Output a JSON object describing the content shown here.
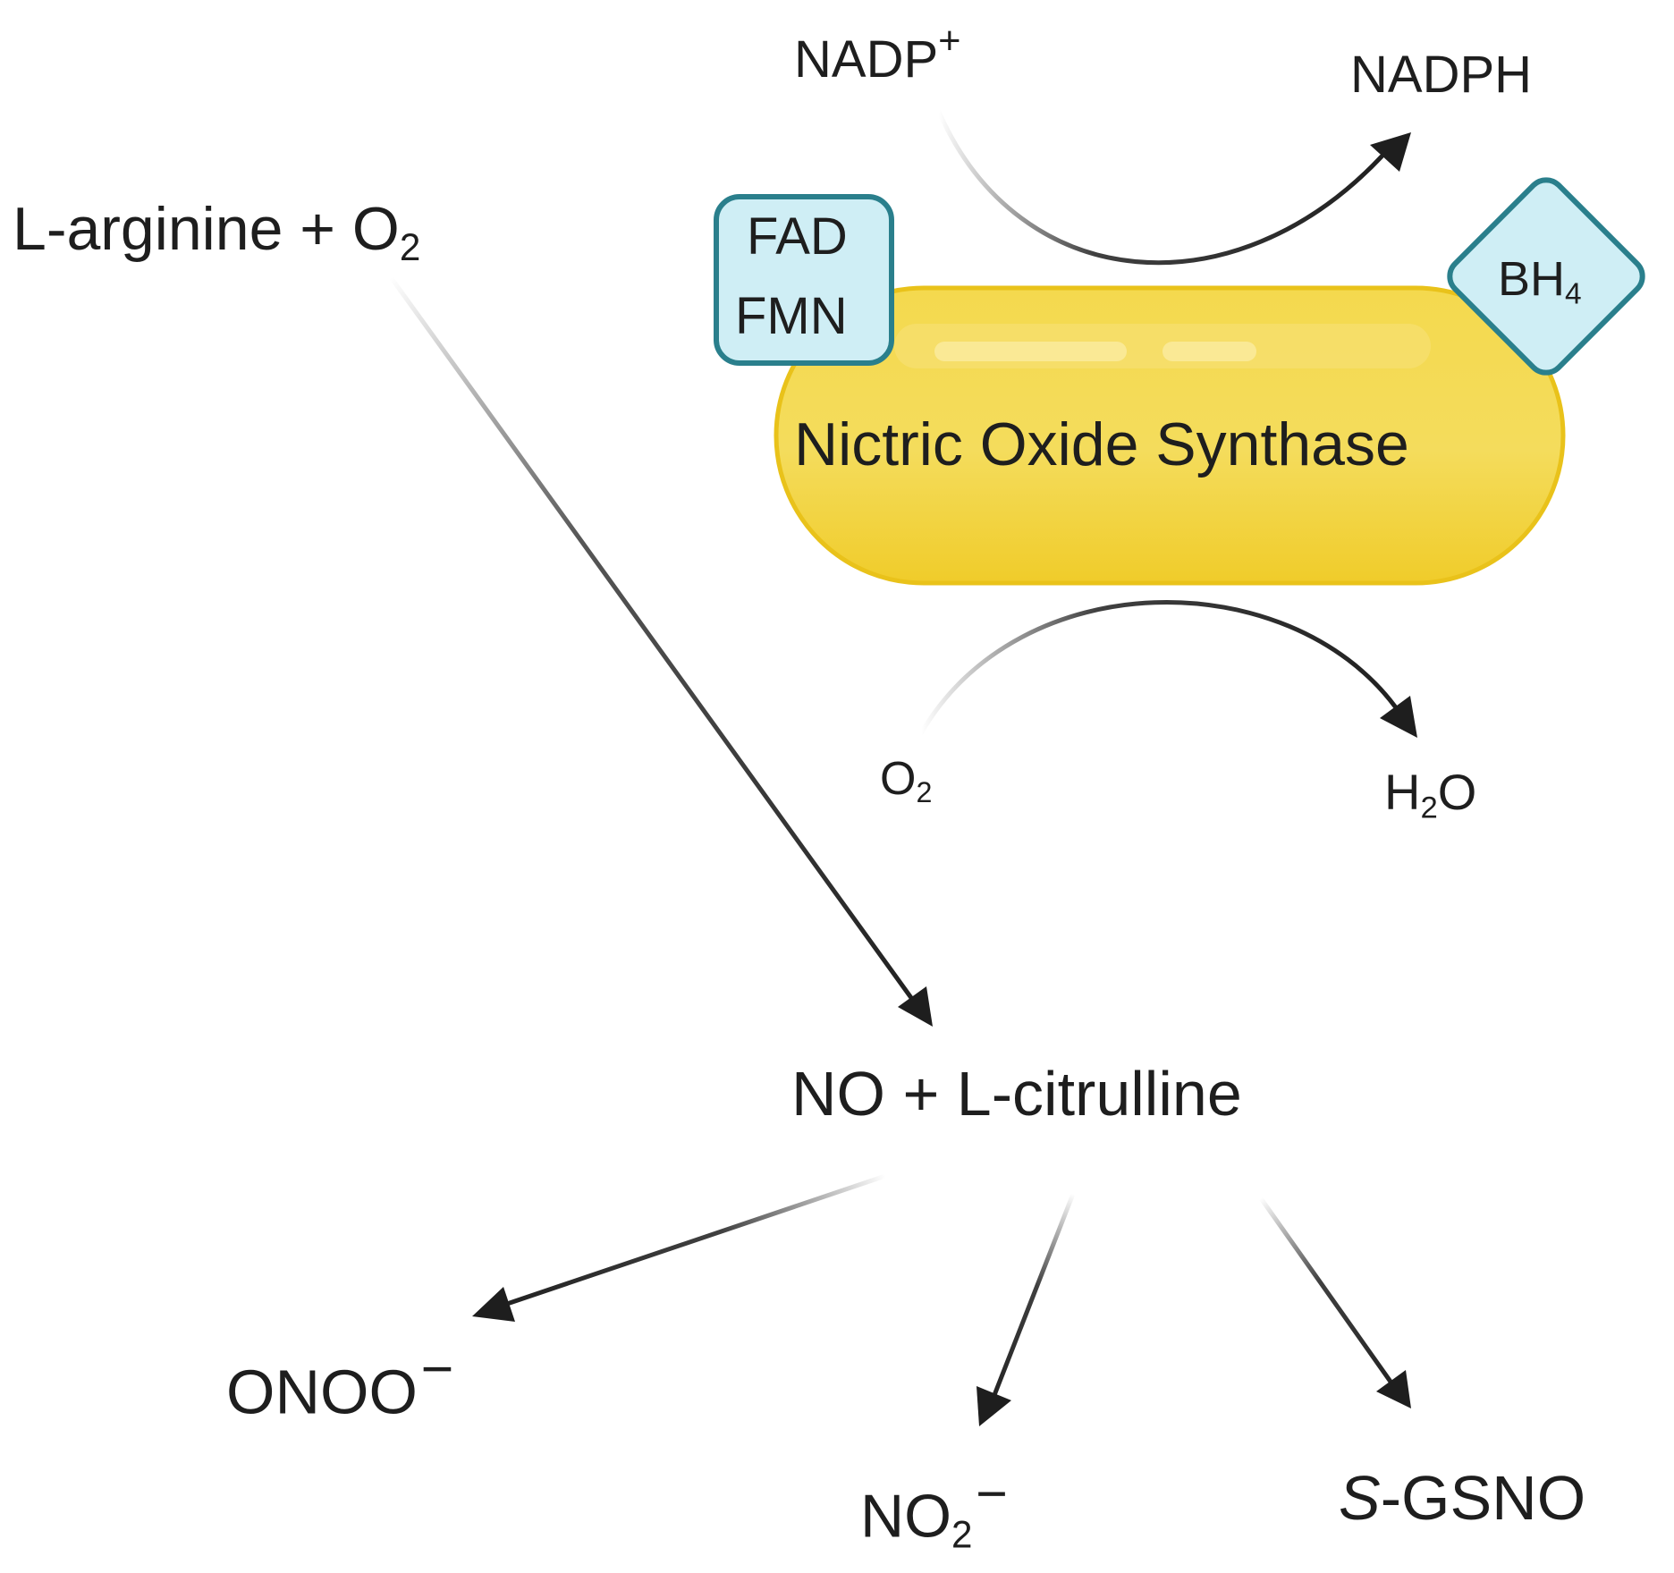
{
  "labels": {
    "substrate_main": "L-arginine + O",
    "substrate_sub": "2",
    "cofactor_in": "NADP",
    "cofactor_in_sup": "+",
    "cofactor_out": "NADPH",
    "flavin_1": "FAD",
    "flavin_2": "FMN",
    "bh4_main": "BH",
    "bh4_sub": "4",
    "enzyme": "Nictric Oxide Synthase",
    "o2_main": "O",
    "o2_sub": "2",
    "h2o_h": "H",
    "h2o_sub": "2",
    "h2o_o": "O",
    "product": "NO + L-citrulline",
    "peroxynitrite": "ONOO",
    "peroxynitrite_charge": "−",
    "nitrite_main": "NO",
    "nitrite_sub": "2",
    "nitrite_charge": "−",
    "gsno_prefix": "S",
    "gsno_rest": "-GSNO"
  },
  "colors": {
    "enzyme_fill": "#f2d133",
    "enzyme_highlight": "#f7e27a",
    "enzyme_edge": "#e9c21a",
    "cofactor_box_fill": "#cfeef5",
    "cofactor_box_stroke": "#2a7f8c",
    "arrow": "#1e1e1e",
    "text": "#1e1e1e"
  },
  "icons": {
    "flavin_box": "rounded-square",
    "bh4_box": "diamond",
    "enzyme_shape": "capsule"
  }
}
